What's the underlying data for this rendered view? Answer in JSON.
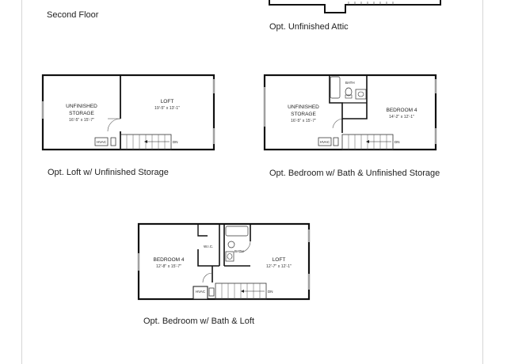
{
  "captions": {
    "second_floor": "Second Floor",
    "attic": "Opt. Unfinished Attic",
    "loft_storage": "Opt. Loft w/ Unfinished Storage",
    "bedroom_storage": "Opt. Bedroom w/ Bath & Unfinished Storage",
    "bedroom_loft": "Opt. Bedroom w/ Bath & Loft"
  },
  "plan1": {
    "storage_l1": "UNFINISHED",
    "storage_l2": "STORAGE",
    "storage_dim": "16'-5\" x 15'-7\"",
    "loft": "LOFT",
    "loft_dim": "19'-5\" x 13'-1\"",
    "hvac": "HVAC",
    "dn": "DN"
  },
  "plan2": {
    "storage_l1": "UNFINISHED",
    "storage_l2": "STORAGE",
    "storage_dim": "16'-5\" x 15'-7\"",
    "bath": "BATH",
    "bedroom": "BEDROOM 4",
    "bedroom_dim": "14'-2\" x 12'-1\"",
    "hvac": "HVAC",
    "dn": "DN"
  },
  "plan3": {
    "bedroom": "BEDROOM 4",
    "bedroom_dim": "12'-8\" x 15'-7\"",
    "wic": "W.I.C.",
    "bath": "BATH",
    "loft": "LOFT",
    "loft_dim": "12'-7\" x 12'-1\"",
    "hvac": "HVAC",
    "dn": "DN"
  }
}
